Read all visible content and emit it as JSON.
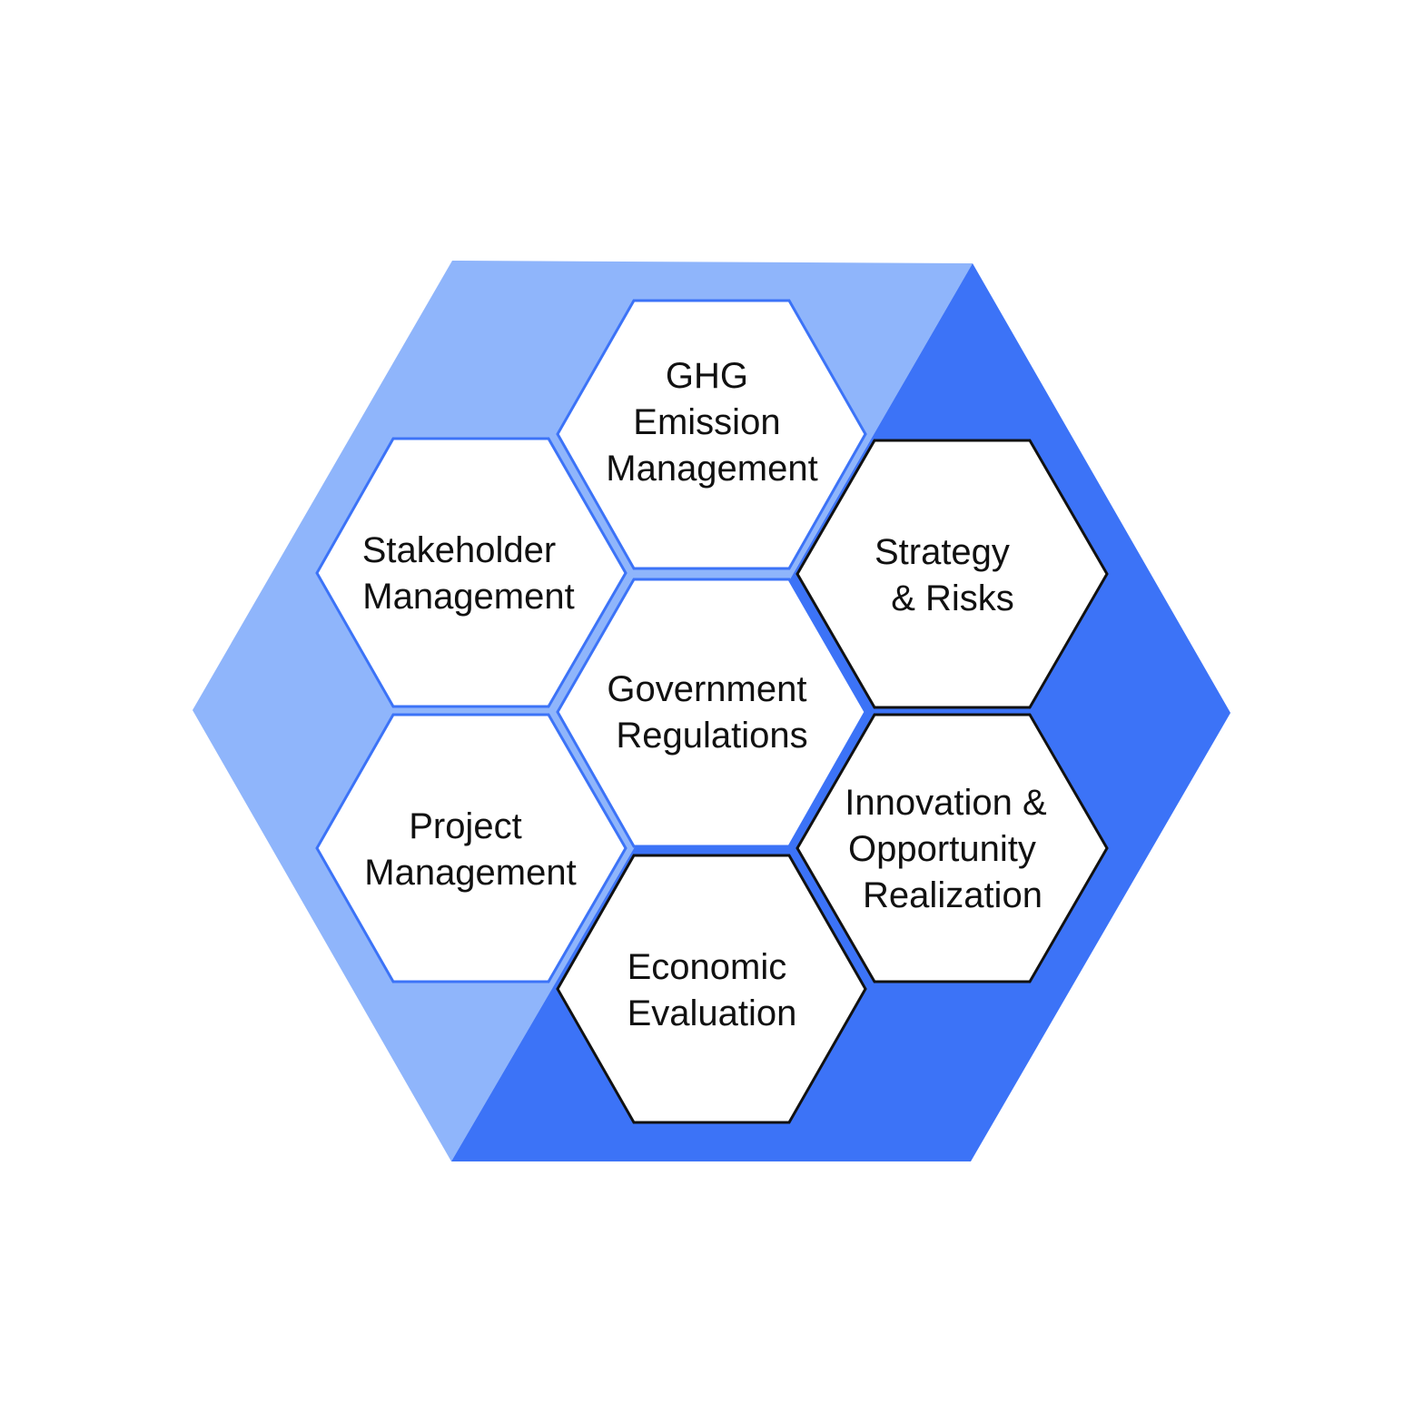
{
  "colors": {
    "background": "#ffffff",
    "outer_light": "#8fb5fb",
    "outer_dark": "#3c73f7",
    "cell_fill": "#ffffff",
    "cell_border_blue": "#3c73f7",
    "cell_border_dark": "#111111",
    "text": "#111111"
  },
  "cells": {
    "ghg": {
      "lines": [
        "GHG",
        "Emission",
        "Management"
      ]
    },
    "stakeholder": {
      "lines": [
        "Stakeholder",
        "Management"
      ]
    },
    "strategy": {
      "lines": [
        "Strategy",
        "& Risks"
      ]
    },
    "government": {
      "lines": [
        "Government",
        "Regulations"
      ]
    },
    "project": {
      "lines": [
        "Project",
        "Management"
      ]
    },
    "innovation": {
      "lines": [
        "Innovation &",
        "Opportunity",
        "Realization"
      ]
    },
    "economic": {
      "lines": [
        "Economic",
        "Evaluation"
      ]
    }
  }
}
